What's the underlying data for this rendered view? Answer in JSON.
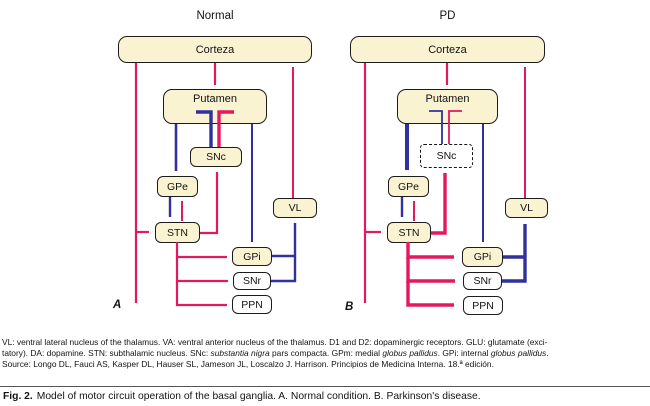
{
  "panels": {
    "normal": {
      "title": "Normal",
      "letter": "A"
    },
    "pd": {
      "title": "PD",
      "letter": "B"
    }
  },
  "nodes": {
    "corteza": "Corteza",
    "putamen": "Putamen",
    "snc": "SNc",
    "gpe": "GPe",
    "stn": "STN",
    "gpi": "GPi",
    "snr": "SNr",
    "ppn": "PPN",
    "vl": "VL"
  },
  "colors": {
    "excitatory_red": "#e4185c",
    "inhibitory_blue": "#31319b",
    "node_fill_cream": "#faf3d2",
    "node_fill_white": "#ffffff",
    "node_border": "#1c1c1c"
  },
  "caption": {
    "line1": "VL: ventral lateral nucleus of the thalamus. VA: ventral anterior nucleus of the thalamus. D1 and D2: dopaminergic receptors. GLU: glutamate (exci-",
    "line2": {
      "s1": "tatory). DA: dopamine. STN: subthalamic nucleus. SNc: ",
      "s2_italic": "substantia nigra",
      "s3": " pars compacta. GPm: medial ",
      "s4_italic": "globus pallidus",
      "s5": ". GPi: internal ",
      "s6_italic": "globus pallidus",
      "s7": "."
    },
    "line3": "Source: Longo DL, Fauci AS, Kasper DL, Hauser SL, Jameson JL, Loscalzo J. Harrison. Principios de Medicina Interna. 18.ª edición."
  },
  "fig_caption": {
    "label": "Fig. 2.",
    "text": "Model of motor circuit operation of the basal ganglia. A. Normal condition. B. Parkinson's disease."
  }
}
